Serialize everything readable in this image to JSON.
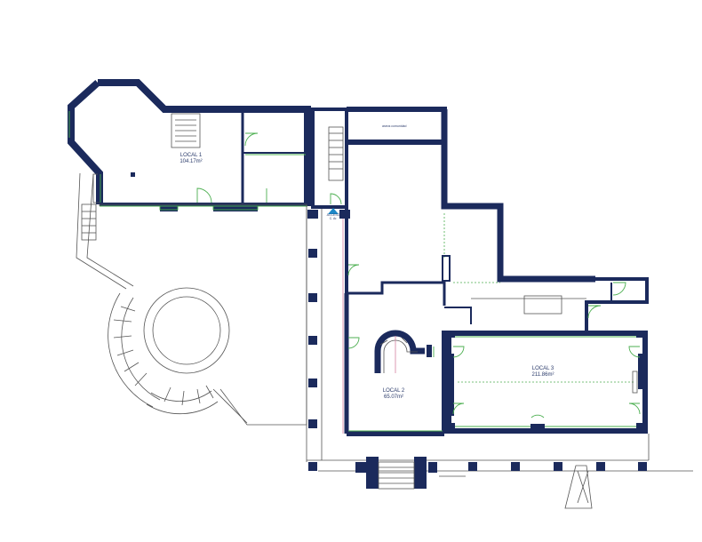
{
  "rooms": [
    {
      "name": "LOCAL 1",
      "area": "104.17m²"
    },
    {
      "name": "LOCAL 2",
      "area": "65.07m²"
    },
    {
      "name": "LOCAL 3",
      "area": "211.86m²"
    }
  ],
  "labels": {
    "small_room": "aseos comunidad",
    "entrance_line1": "ACCESO",
    "entrance_line2": "C. Ar."
  },
  "colors": {
    "wall": "#1b2a5c",
    "window": "#4caf50",
    "marker": "#1e88c8"
  }
}
